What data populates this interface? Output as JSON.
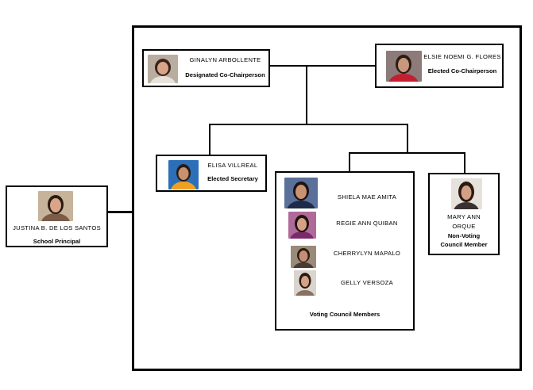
{
  "principal": {
    "name": "JUSTINA B. DE LOS SANTOS",
    "role": "School Principal"
  },
  "designated_co_chair": {
    "name": "GINALYN  ARBOLLENTE",
    "role": "Designated Co-Chairperson"
  },
  "elected_co_chair": {
    "name": "ELSIE NOEMI G.  FLORES",
    "role": "Elected Co-Chairperson"
  },
  "secretary": {
    "name": "ELISA VILLREAL",
    "role": "Elected Secretary"
  },
  "voting_members": {
    "members": [
      "SHIELA MAE AMITA",
      "REGIE ANN QUIBAN",
      "CHERRYLYN  MAPALO",
      "GELLY  VERSOZA"
    ],
    "role": "Voting Council  Members"
  },
  "non_voting": {
    "name_line1": "MARY ANN",
    "name_line2": "ORQUE",
    "role_line1": "Non-Voting",
    "role_line2": "Council  Member"
  }
}
